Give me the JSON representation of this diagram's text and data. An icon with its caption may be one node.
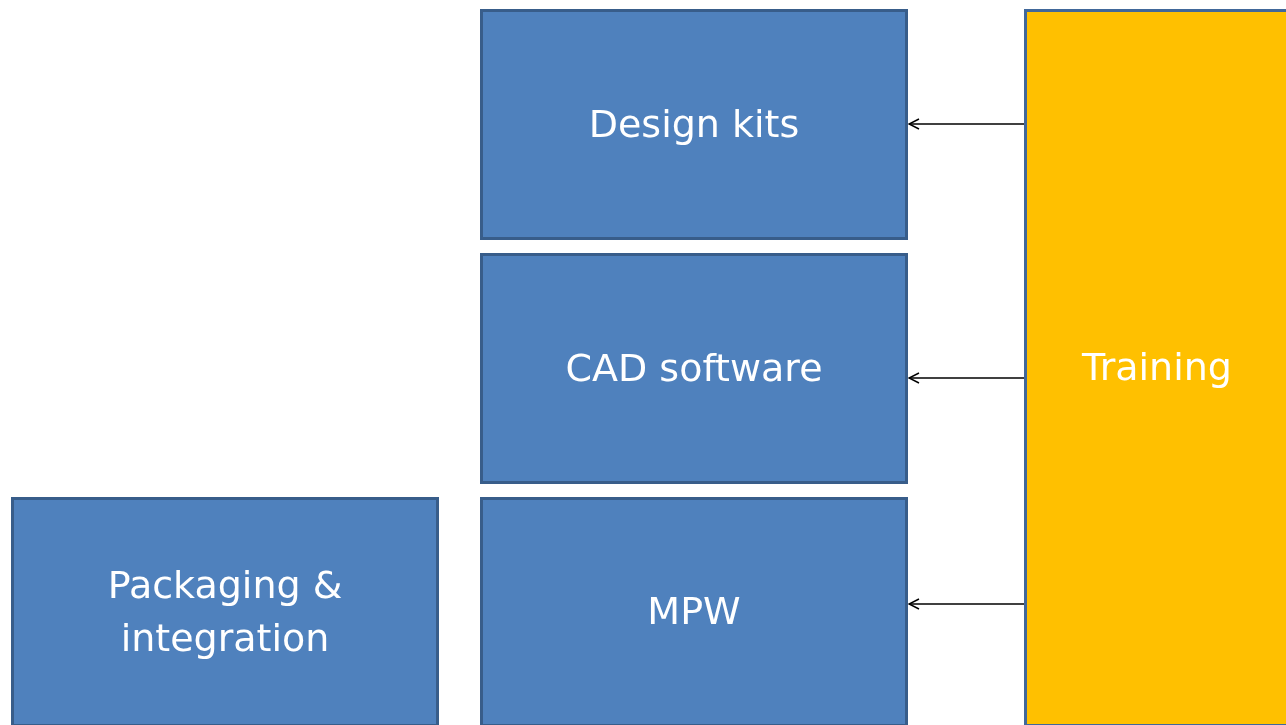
{
  "diagram": {
    "nodes": [
      {
        "text": [
          "Design kits"
        ]
      },
      {
        "text": [
          "CAD software"
        ]
      },
      {
        "text": [
          "Packaging & integration"
        ]
      },
      {
        "text": [
          "MPW"
        ]
      },
      {
        "text": [
          "Training"
        ]
      }
    ],
    "edges": [
      {
        "from": 4,
        "to": 0,
        "arrow": "to"
      },
      {
        "from": 4,
        "to": 1,
        "arrow": "to"
      },
      {
        "from": 4,
        "to": 3,
        "arrow": "to"
      }
    ]
  }
}
